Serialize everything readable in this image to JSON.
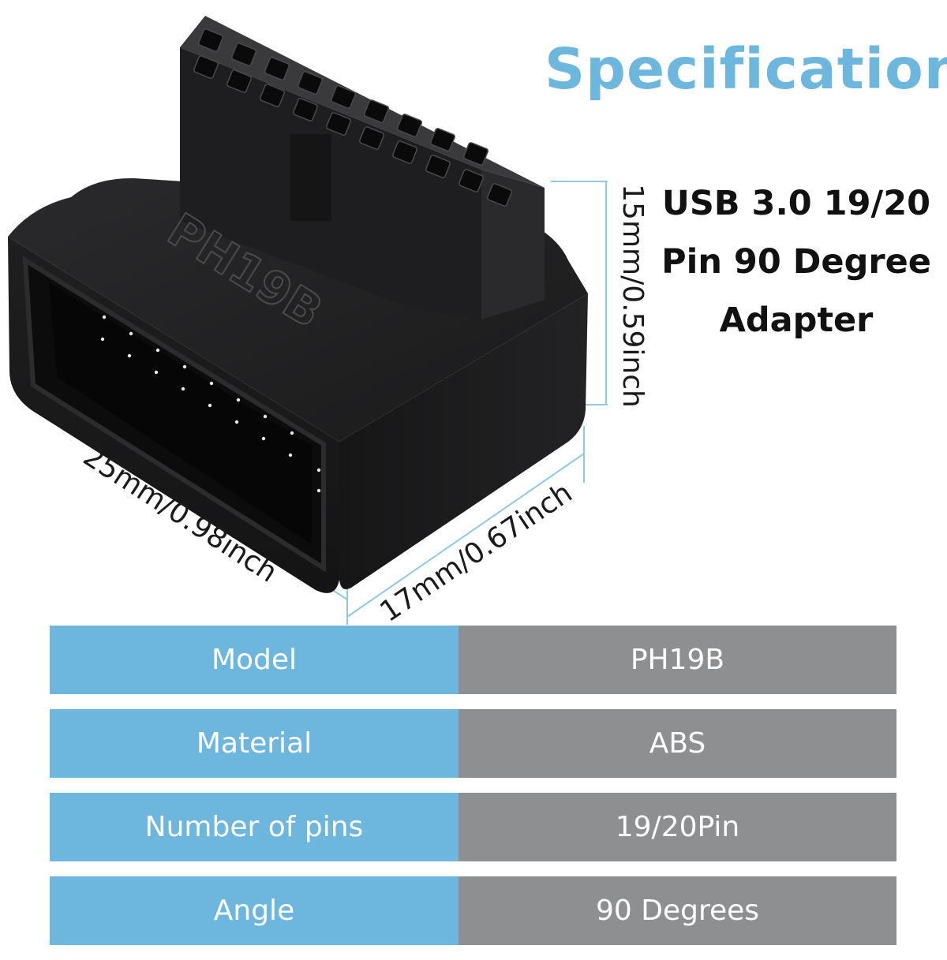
{
  "header": {
    "title": "Specification",
    "subtitle_lines": [
      "USB 3.0 19/20",
      "Pin 90 Degree",
      "Adapter"
    ]
  },
  "product": {
    "embossed_label": "PH19B",
    "dimensions": {
      "height": "15mm/0.59inch",
      "length": "25mm/0.98inch",
      "width": "17mm/0.67inch"
    }
  },
  "specs": [
    {
      "label": "Model",
      "value": "PH19B"
    },
    {
      "label": "Material",
      "value": "ABS"
    },
    {
      "label": "Number of pins",
      "value": "19/20Pin"
    },
    {
      "label": "Angle",
      "value": "90 Degrees"
    }
  ],
  "colors": {
    "accent_blue": "#6db6de",
    "value_gray": "#8e8f91",
    "product_black": "#1b1b1d"
  }
}
